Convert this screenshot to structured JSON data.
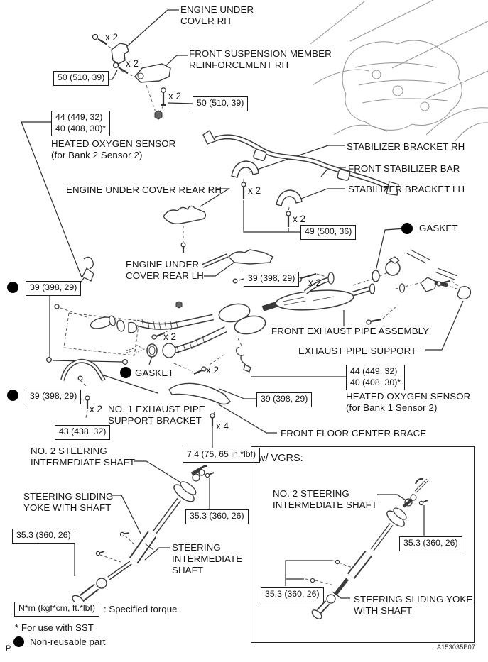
{
  "figure": {
    "code": "A153035E07",
    "page_letter": "P"
  },
  "symbols": {
    "x2": "x 2",
    "x4": "x 4"
  },
  "torques": {
    "t50": "50 (510, 39)",
    "t49": "49 (500, 36)",
    "t39": "39 (398, 29)",
    "t43": "43 (438, 32)",
    "t44_40": "44 (449, 32)\n40 (408, 30)*",
    "t7_4": "7.4 (75, 65 in.*lbf)",
    "t35_3": "35.3 (360, 26)"
  },
  "parts": {
    "engine_under_cover_rh": "ENGINE UNDER\nCOVER RH",
    "front_suspension_member_reinforcement_rh": "FRONT SUSPENSION MEMBER\nREINFORCEMENT RH",
    "heated_oxygen_sensor_bank2": "HEATED OXYGEN SENSOR\n(for Bank 2 Sensor 2)",
    "stabilizer_bracket_rh": "STABILIZER BRACKET RH",
    "front_stabilizer_bar": "FRONT STABILIZER BAR",
    "stabilizer_bracket_lh": "STABILIZER BRACKET LH",
    "engine_under_cover_rear_rh": "ENGINE UNDER COVER REAR RH",
    "engine_under_cover_rear_lh": "ENGINE UNDER\nCOVER REAR LH",
    "gasket": "GASKET",
    "front_exhaust_pipe_assembly": "FRONT EXHAUST PIPE ASSEMBLY",
    "exhaust_pipe_support": "EXHAUST PIPE SUPPORT",
    "heated_oxygen_sensor_bank1": "HEATED OXYGEN SENSOR\n(for Bank 1 Sensor 2)",
    "no1_exhaust_pipe_support_bracket": "NO. 1 EXHAUST PIPE\nSUPPORT BRACKET",
    "front_floor_center_brace": "FRONT FLOOR CENTER BRACE",
    "no2_steering_intermediate_shaft": "NO. 2 STEERING\nINTERMEDIATE SHAFT",
    "steering_sliding_yoke_with_shaft": "STEERING SLIDING\nYOKE WITH SHAFT",
    "steering_intermediate_shaft": "STEERING\nINTERMEDIATE\nSHAFT"
  },
  "vgrs": {
    "title": "w/ VGRS:",
    "no2_steering_intermediate_shaft": "NO. 2 STEERING\nINTERMEDIATE SHAFT",
    "steering_sliding_yoke_with_shaft": "STEERING SLIDING YOKE\nWITH SHAFT"
  },
  "legend": {
    "torque_unit": "N*m (kgf*cm, ft.*lbf)",
    "torque_desc": ": Specified torque",
    "sst_note": "* For use with SST",
    "non_reusable": "Non-reusable part"
  }
}
